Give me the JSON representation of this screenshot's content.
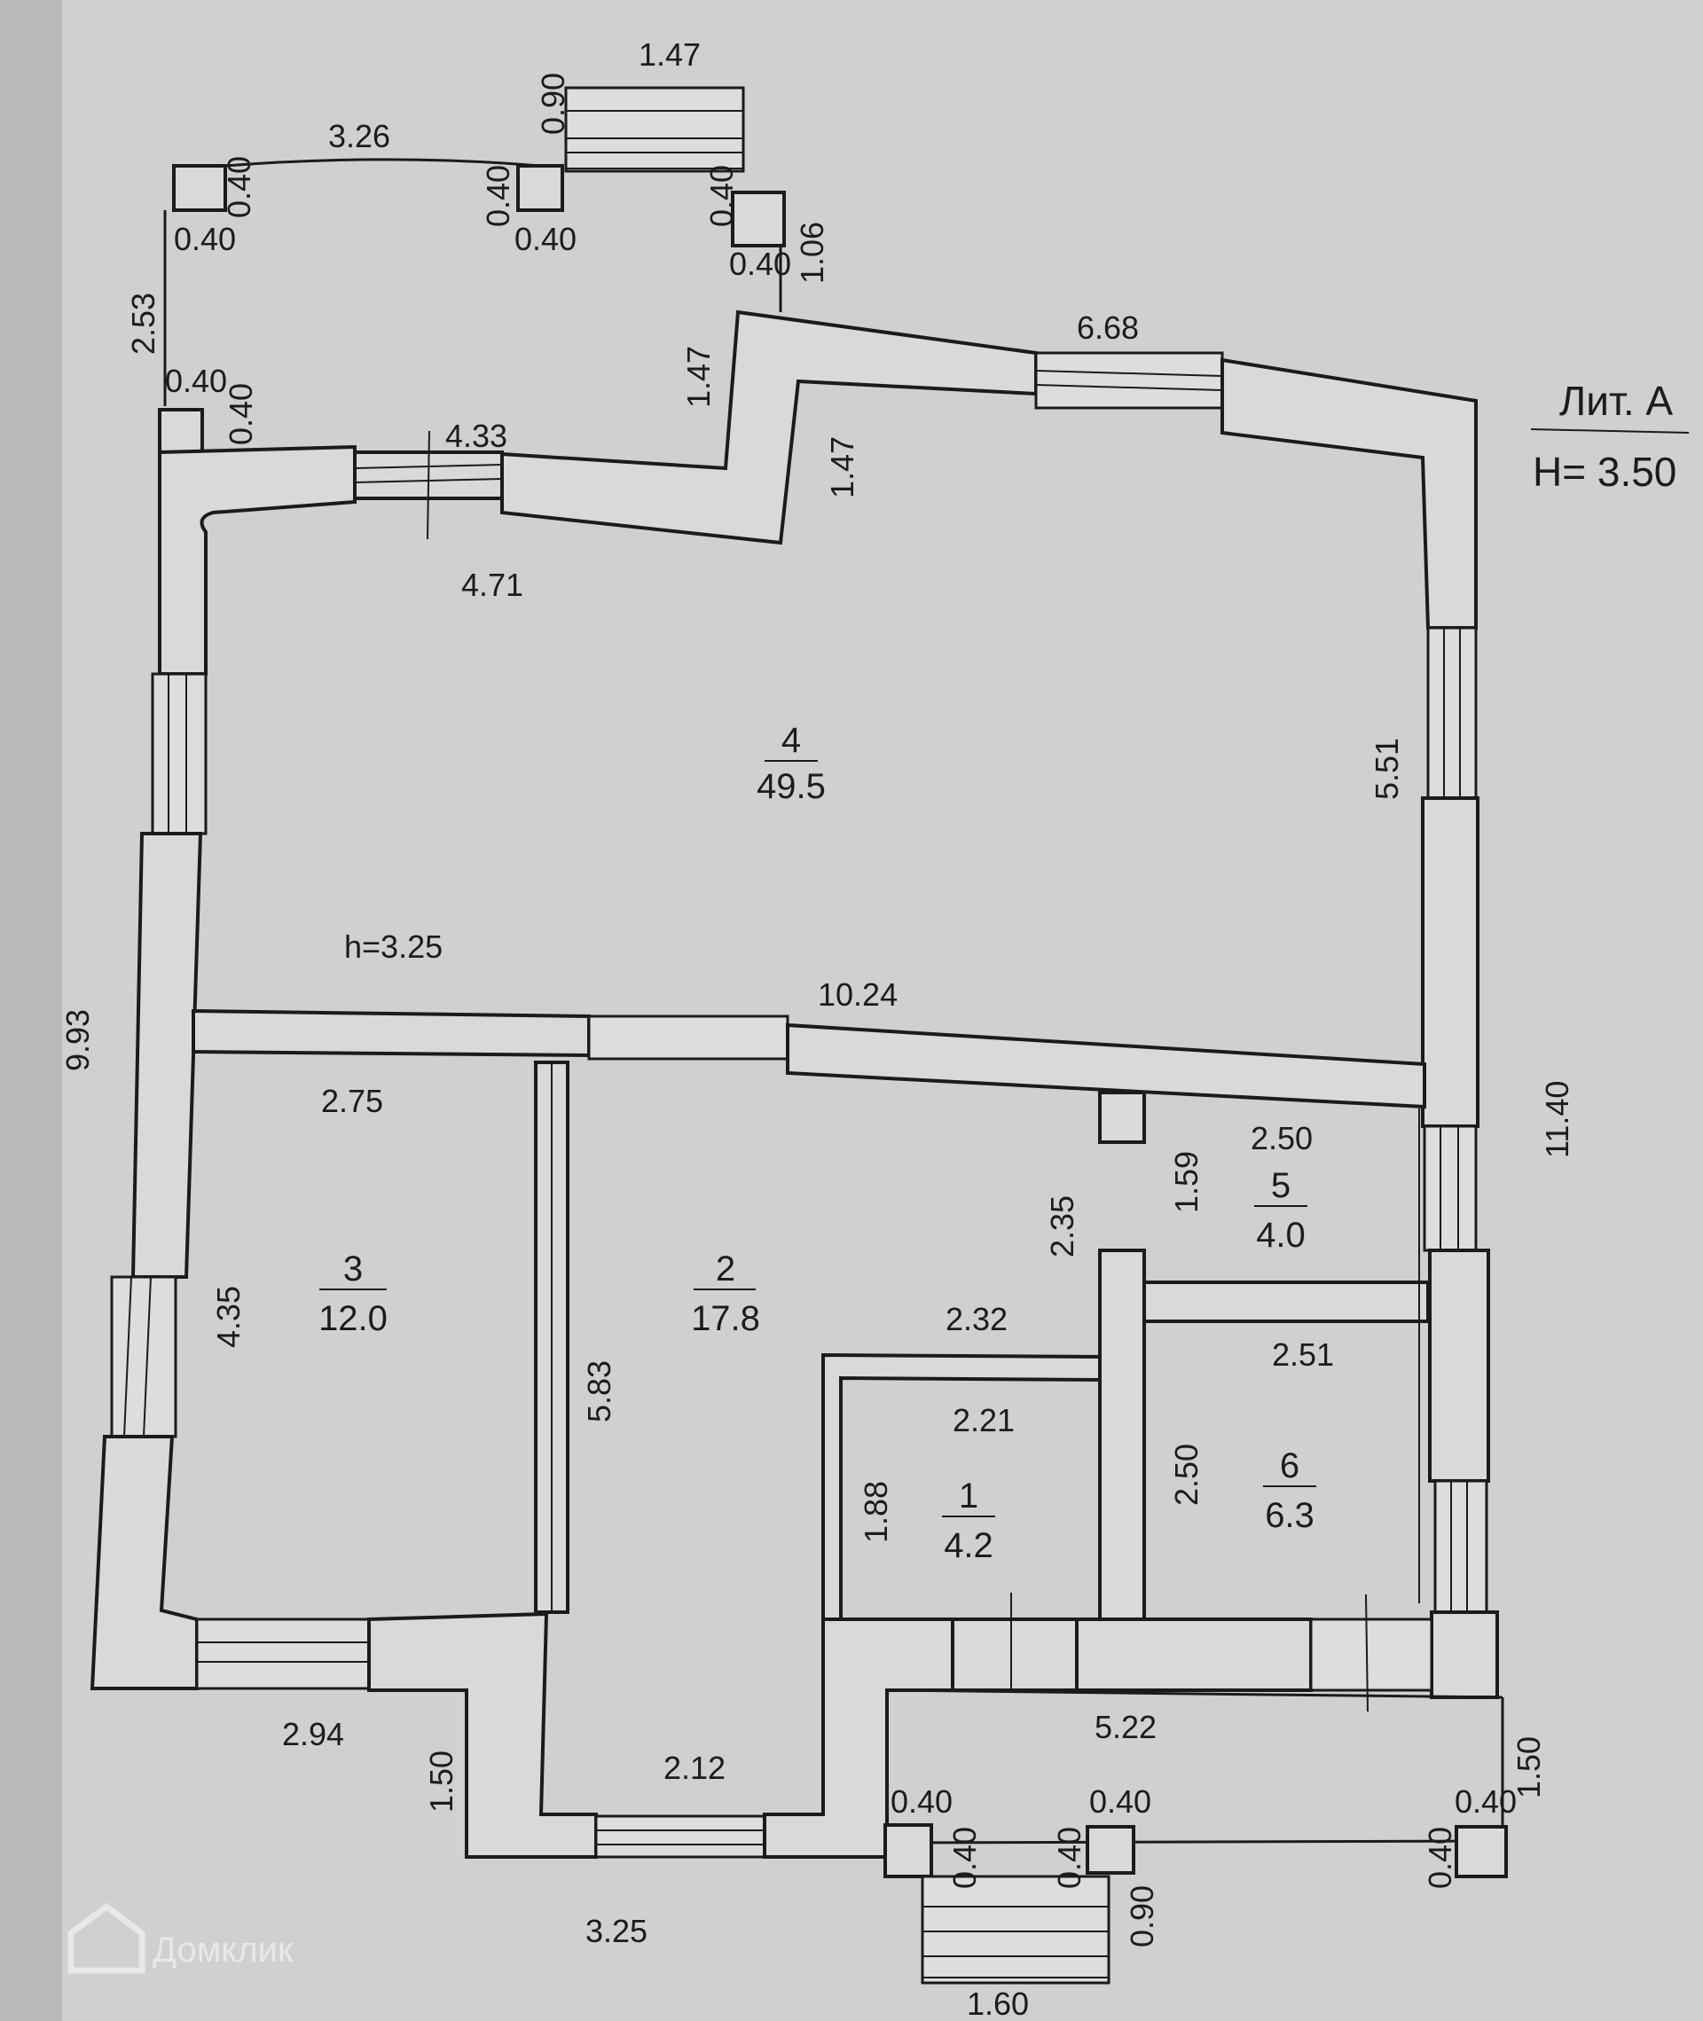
{
  "header": {
    "lit_label": "Лит. А",
    "height_label": "H= 3.50"
  },
  "ceiling": {
    "label": "h=3.25"
  },
  "rooms": [
    {
      "num": "1",
      "area": "4.2"
    },
    {
      "num": "2",
      "area": "17.8"
    },
    {
      "num": "3",
      "area": "12.0"
    },
    {
      "num": "4",
      "area": "49.5"
    },
    {
      "num": "5",
      "area": "4.0"
    },
    {
      "num": "6",
      "area": "6.3"
    }
  ],
  "dims": {
    "top_step_w": "1.47",
    "top_step_d": "0.90",
    "porch_top_w": "3.26",
    "pillar_a_h": "0.40",
    "pillar_a_w": "0.40",
    "pillar_b_h": "0.40",
    "pillar_b_w": "0.40",
    "pillar_c_h": "0.40",
    "pillar_c_w": "0.40",
    "porch_right_h": "1.06",
    "porch_left_h": "2.53",
    "pillar_d_w": "0.40",
    "pillar_d_h": "0.40",
    "north_window": "6.68",
    "ledge_a": "1.47",
    "ledge_b": "1.47",
    "wall_433": "4.33",
    "room4_top": "4.71",
    "room4_right": "5.51",
    "room4_bottom": "10.24",
    "left_outer": "9.93",
    "right_outer": "11.40",
    "room3_w": "2.75",
    "room3_h": "4.35",
    "room2_h": "5.83",
    "room2_top_h": "2.35",
    "room2_step_w": "2.32",
    "room5_w": "2.50",
    "room5_h": "1.59",
    "room6_w": "2.51",
    "room6_h": "2.50",
    "room1_w": "2.21",
    "room1_h": "1.88",
    "bottom_left_w": "2.94",
    "bottom_left_h": "1.50",
    "room2_bottom_w": "2.12",
    "bottom_mid_w": "3.25",
    "terrace_w": "5.22",
    "terrace_h": "1.50",
    "pillar_e_w": "0.40",
    "pillar_e_h": "0.40",
    "pillar_f_h": "0.40",
    "pillar_f_w": "0.40",
    "pillar_g_h": "0.40",
    "pillar_g_w": "0.40",
    "bottom_step_d": "0.90",
    "bottom_step_w": "1.60"
  },
  "watermark": {
    "text": "Домклик"
  }
}
